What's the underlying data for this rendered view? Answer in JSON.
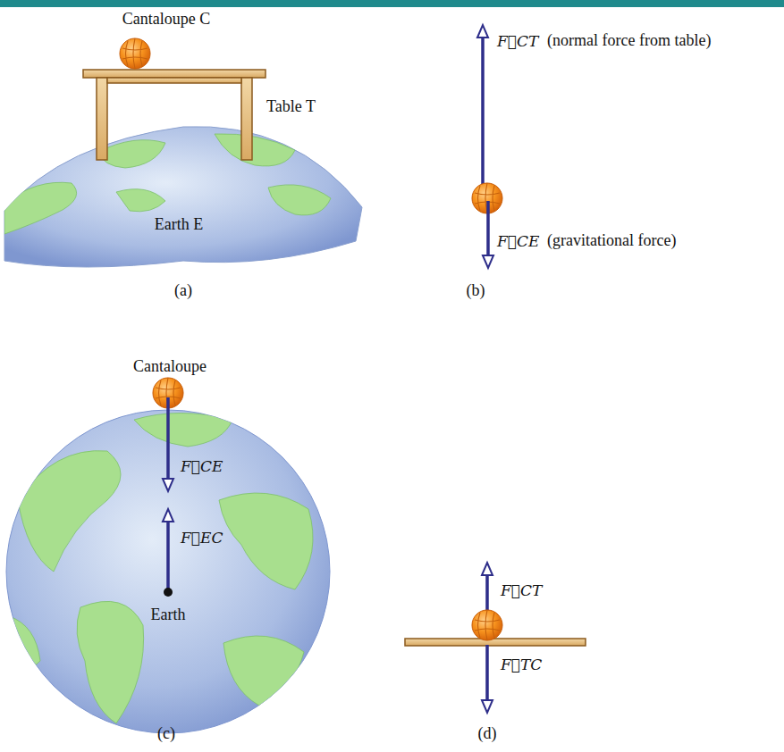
{
  "diagram": {
    "labels": [
      "Cantaloupe C",
      "Table T",
      "Earth E",
      "(a)",
      "F⃗CT",
      "(normal force from table)",
      "F⃗CE",
      "(gravitational force)",
      "(b)",
      "Cantaloupe",
      "F⃗CE",
      "F⃗EC",
      "Earth",
      "(c)",
      "F⃗CT",
      "F⃗TC",
      "(d)"
    ]
  }
}
